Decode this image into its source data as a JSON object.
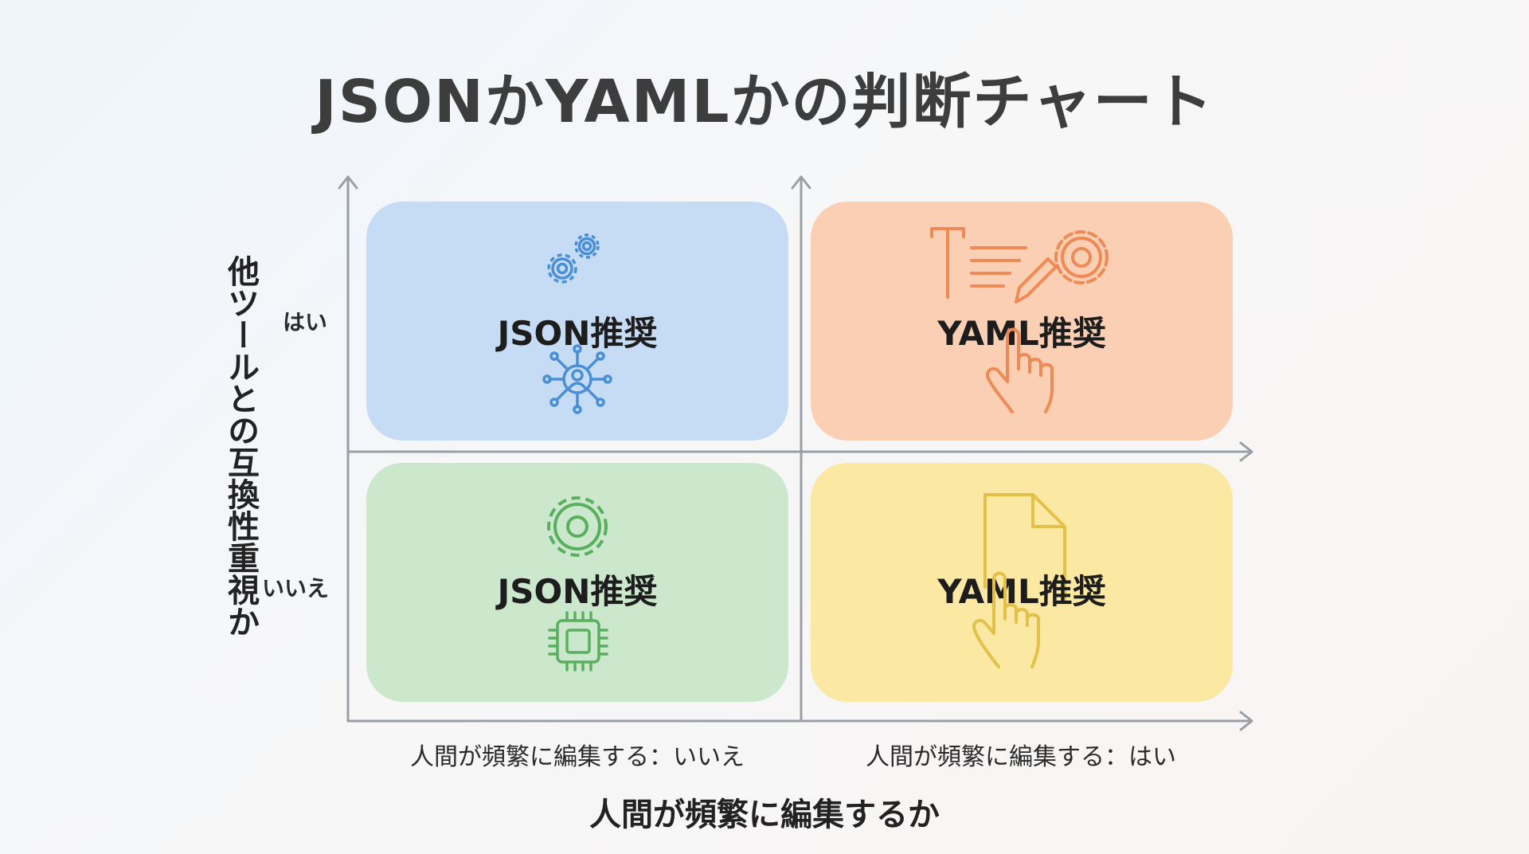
{
  "title": "JSONかYAMLかの判断チャート",
  "y_axis": {
    "label": "他ツールとの互換性重視か",
    "ticks": {
      "yes": "はい",
      "no": "いいえ"
    }
  },
  "x_axis": {
    "label": "人間が頻繁に編集するか",
    "ticks": {
      "no": "人間が頻繁に編集する：いいえ",
      "yes": "人間が頻繁に編集する：はい"
    }
  },
  "quadrants": {
    "top_left": {
      "label": "JSON推奨",
      "color": "#c6dcf5",
      "icons": [
        "gears-icon",
        "network-user-icon"
      ]
    },
    "top_right": {
      "label": "YAML推奨",
      "color": "#fbcfb4",
      "icons": [
        "text-edit-gear-icon",
        "hand-pointer-icon"
      ]
    },
    "bottom_left": {
      "label": "JSON推奨",
      "color": "#cbe8cd",
      "icons": [
        "gear-icon",
        "cpu-chip-icon"
      ]
    },
    "bottom_right": {
      "label": "YAML推奨",
      "color": "#fbe8a2",
      "icons": [
        "document-icon",
        "hand-pointer-icon"
      ]
    }
  }
}
